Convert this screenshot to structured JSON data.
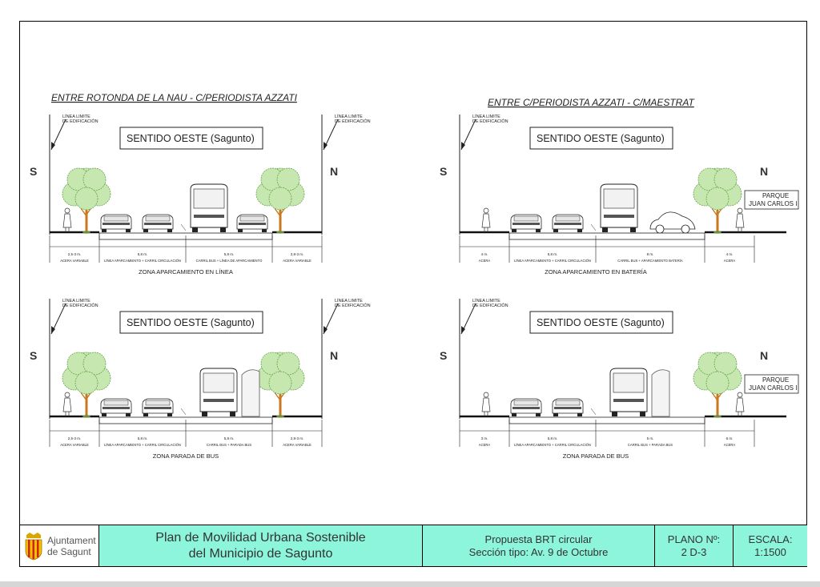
{
  "sections": [
    {
      "title": "ENTRE ROTONDA DE LA NAU - C/PERIODISTA AZZATI",
      "direction": "SENTIDO OESTE (Sagunto)",
      "south": "S",
      "north": "N",
      "limit_label_1": "LÍNEA LIMITE",
      "limit_label_2": "DE EDIFICACIÓN",
      "zone": "ZONA APARCAMIENTO EN LÍNEA",
      "dims": [
        "2,5-3 m.",
        "5,8 m.",
        "5,8 m.",
        "2,8-3 m."
      ],
      "lanes": [
        "ACERA VARIABLE",
        "LÍNEA APARCAMIENTO + CARRIL CIRCULACIÓN",
        "CARRIL BUS + LÍNEA DE APARCAMIENTO",
        "ACERA VARIABLE"
      ]
    },
    {
      "title": "ENTRE C/PERIODISTA AZZATI - C/MAESTRAT",
      "direction": "SENTIDO OESTE (Sagunto)",
      "south": "S",
      "north": "N",
      "limit_label_1": "LÍNEA LIMITE",
      "limit_label_2": "DE EDIFICACIÓN",
      "park_1": "PARQUE",
      "park_2": "JUAN CARLOS I",
      "zone": "ZONA APARCAMIENTO EN BATERÍA",
      "dims": [
        "4 m.",
        "5,8 m.",
        "8 m.",
        "4 m."
      ],
      "lanes": [
        "ACERA",
        "LÍNEA APARCAMIENTO + CARRIL CIRCULACIÓN",
        "CARRIL BUS + APARCAMIENTO BATERÍA",
        "ACERA"
      ]
    },
    {
      "title": "",
      "direction": "SENTIDO OESTE (Sagunto)",
      "south": "S",
      "north": "N",
      "limit_label_1": "LÍNEA LIMITE",
      "limit_label_2": "DE EDIFICACIÓN",
      "zone": "ZONA PARADA DE BUS",
      "dims": [
        "2,5-3 m.",
        "5,8 m.",
        "5,8 m.",
        "2,8-3 m."
      ],
      "lanes": [
        "ACERA VARIABLE",
        "LÍNEA APARCAMIENTO + CARRIL CIRCULACIÓN",
        "CARRIL BUS + PARADA BUS",
        "ACERA VARIABLE"
      ]
    },
    {
      "title": "",
      "direction": "SENTIDO OESTE (Sagunto)",
      "south": "S",
      "north": "N",
      "limit_label_1": "LÍNEA LIMITE",
      "limit_label_2": "DE EDIFICACIÓN",
      "park_1": "PARQUE",
      "park_2": "JUAN CARLOS I",
      "zone": "ZONA PARADA DE BUS",
      "dims": [
        "3 m.",
        "5,8 m.",
        "5 m.",
        "6 m."
      ],
      "lanes": [
        "ACERA",
        "LÍNEA APARCAMIENTO + CARRIL CIRCULACIÓN",
        "CARRIL BUS + PARADA BUS",
        "ACERA"
      ]
    }
  ],
  "titleblock": {
    "logo_line1": "Ajuntament",
    "logo_line2": "de Sagunt",
    "plan_line1": "Plan de Movilidad Urbana Sostenible",
    "plan_line2": "del Municipio de Sagunto",
    "prop_line1": "Propuesta BRT circular",
    "prop_line2": "Sección tipo: Av. 9 de Octubre",
    "plano_label": "PLANO Nº:",
    "plano_value": "2 D-3",
    "escala_label": "ESCALA:",
    "escala_value": "1:1500"
  },
  "colors": {
    "titleblock_bg": "#8cf5dc",
    "tree_fill": "#c6e8b0",
    "tree_stroke": "#5a9a3c",
    "trunk": "#c8781e"
  }
}
